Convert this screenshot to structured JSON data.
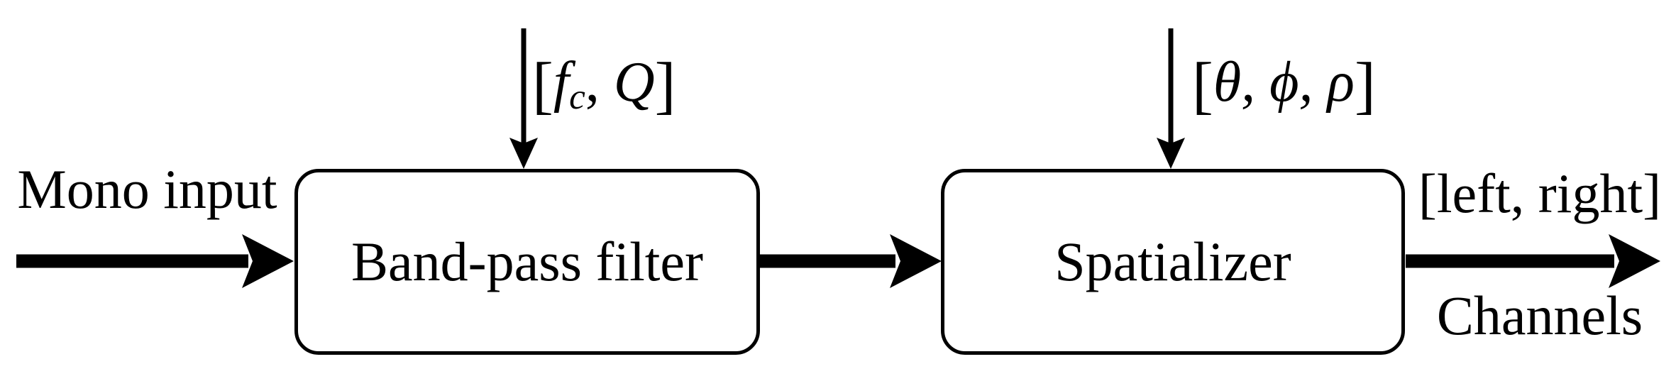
{
  "diagram": {
    "colors": {
      "stroke": "#000000",
      "background": "#ffffff",
      "text": "#000000"
    },
    "input": {
      "label": "Mono input"
    },
    "blocks": [
      {
        "label": "Band-pass filter"
      },
      {
        "label": "Spatializer"
      }
    ],
    "params": [
      {
        "open": "[",
        "var1": "f",
        "var1_sub": "c",
        "separator": ", ",
        "var2": "Q",
        "close": "]"
      },
      {
        "open": "[",
        "body": "θ, ϕ, ρ",
        "close": "]"
      }
    ],
    "output": {
      "top_label": "[left, right]",
      "bottom_label": "Channels"
    }
  }
}
